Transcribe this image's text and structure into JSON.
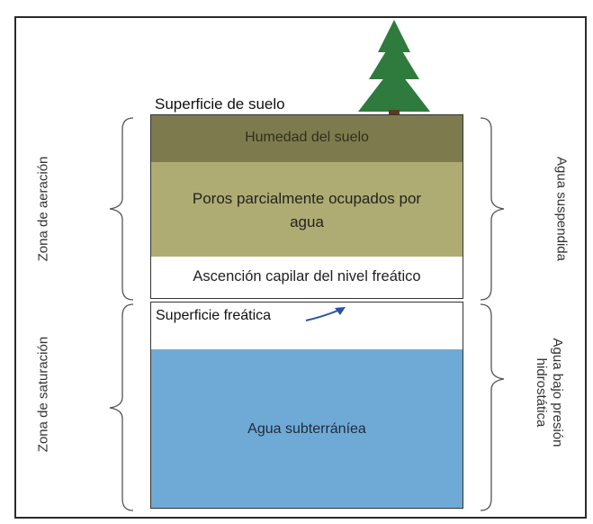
{
  "labels": {
    "ground_surface": "Superficie de suelo",
    "soil_moisture": "Humedad del suelo",
    "partial_pores": "Poros parcialmente ocupados por agua",
    "capillary_rise": "Ascención capilar del nivel freático",
    "water_table": "Superficie freática",
    "groundwater": "Agua subterráníea",
    "aeration_zone": "Zona de aeración",
    "saturation_zone": "Zona de saturación",
    "suspended_water": "Agua suspendida",
    "hydrostatic_water_line1": "Agua bajo presión",
    "hydrostatic_water_line2": "hidrostática"
  },
  "colors": {
    "soil_moisture": "#7d7b4e",
    "partial_pores": "#aeac72",
    "groundwater": "#6faad6",
    "tree": "#2e7b3d",
    "trunk": "#5a3b1e",
    "arrow": "#2a4fa8",
    "border": "#2b2b2b"
  }
}
